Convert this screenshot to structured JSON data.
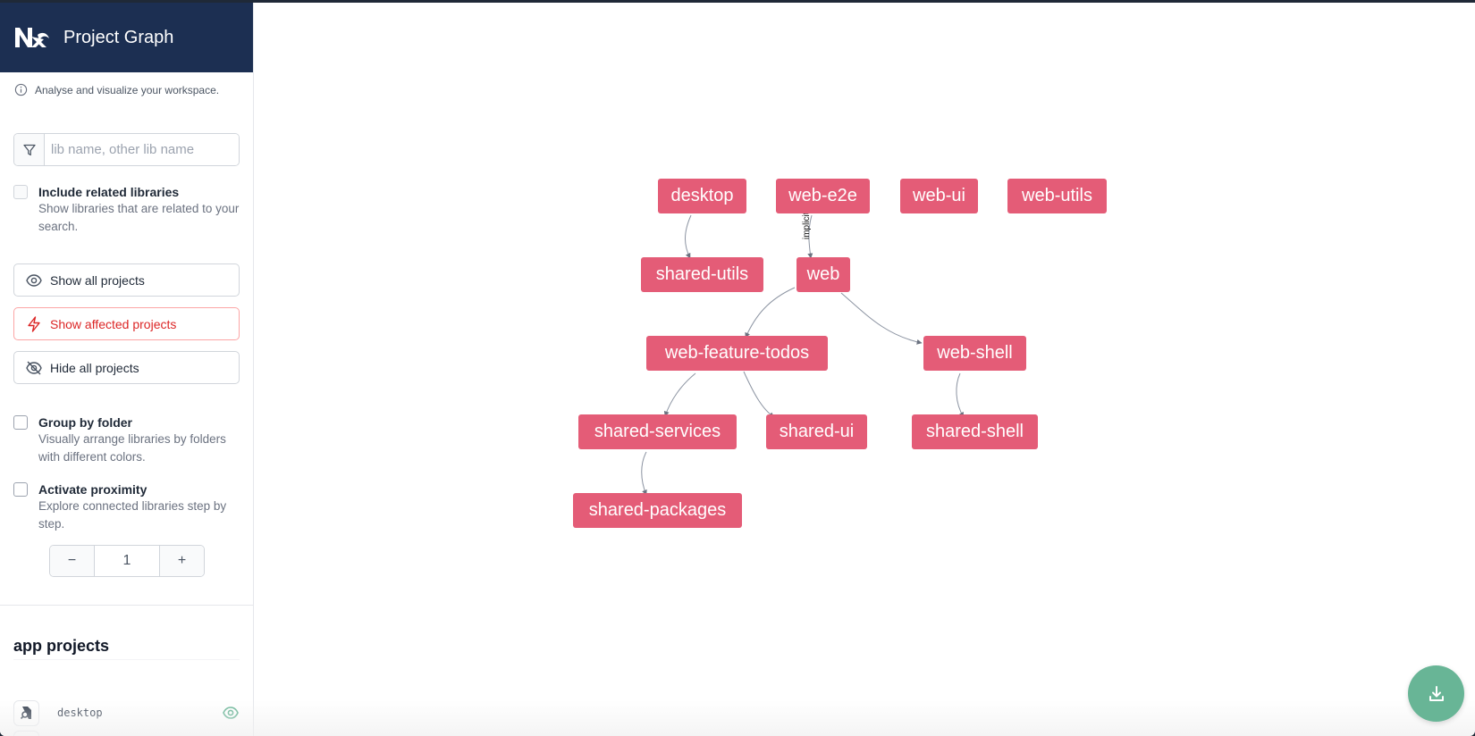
{
  "header": {
    "title": "Project Graph",
    "logo": "nx-logo"
  },
  "subtitle": {
    "icon": "info-icon",
    "text": "Analyse and visualize your workspace."
  },
  "search": {
    "icon": "filter-icon",
    "placeholder": "lib name, other lib name",
    "value": ""
  },
  "include_related": {
    "label": "Include related libraries",
    "description": "Show libraries that are related to your search.",
    "checked": false
  },
  "buttons": {
    "show_all": {
      "label": "Show all projects",
      "icon": "eye-icon"
    },
    "show_affected": {
      "label": "Show affected projects",
      "icon": "lightning-icon"
    },
    "hide_all": {
      "label": "Hide all projects",
      "icon": "eye-off-icon"
    }
  },
  "group_by_folder": {
    "label": "Group by folder",
    "description": "Visually arrange libraries by folders with different colors.",
    "checked": false
  },
  "proximity": {
    "label": "Activate proximity",
    "description": "Explore connected libraries step by step.",
    "checked": false
  },
  "stepper": {
    "decrement": "−",
    "value": "1",
    "increment": "+"
  },
  "projects_section": {
    "title": "app projects",
    "items": [
      {
        "name": "desktop",
        "icon": "project-search-icon",
        "visible_icon": "eye-icon"
      }
    ]
  },
  "colors": {
    "header_bg": "#1c2f52",
    "node": "#e45c77",
    "accent_green": "#68b596",
    "affected_red": "#dc2626"
  },
  "graph": {
    "nodes": [
      {
        "id": "desktop",
        "label": "desktop"
      },
      {
        "id": "web-e2e",
        "label": "web-e2e"
      },
      {
        "id": "web-ui",
        "label": "web-ui"
      },
      {
        "id": "web-utils",
        "label": "web-utils"
      },
      {
        "id": "shared-utils",
        "label": "shared-utils"
      },
      {
        "id": "web",
        "label": "web"
      },
      {
        "id": "web-feature-todos",
        "label": "web-feature-todos"
      },
      {
        "id": "web-shell",
        "label": "web-shell"
      },
      {
        "id": "shared-services",
        "label": "shared-services"
      },
      {
        "id": "shared-ui",
        "label": "shared-ui"
      },
      {
        "id": "shared-shell",
        "label": "shared-shell"
      },
      {
        "id": "shared-packages",
        "label": "shared-packages"
      }
    ],
    "edges": [
      {
        "from": "desktop",
        "to": "shared-utils",
        "label": ""
      },
      {
        "from": "web-e2e",
        "to": "web",
        "label": "implicit"
      },
      {
        "from": "web",
        "to": "web-feature-todos",
        "label": ""
      },
      {
        "from": "web",
        "to": "web-shell",
        "label": ""
      },
      {
        "from": "web-feature-todos",
        "to": "shared-services",
        "label": ""
      },
      {
        "from": "web-feature-todos",
        "to": "shared-ui",
        "label": ""
      },
      {
        "from": "web-shell",
        "to": "shared-shell",
        "label": ""
      },
      {
        "from": "shared-services",
        "to": "shared-packages",
        "label": ""
      }
    ]
  },
  "download_button": {
    "icon": "download-icon"
  }
}
